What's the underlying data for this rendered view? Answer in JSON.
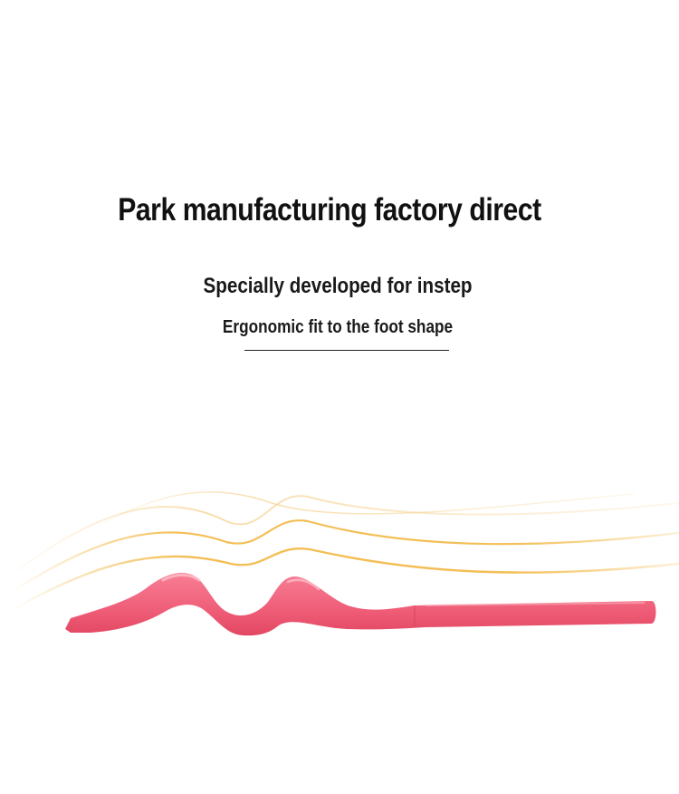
{
  "header": {
    "headline": "Park manufacturing factory direct"
  },
  "feature": {
    "title": "Specially developed for instep",
    "subtitle": "Ergonomic fit to the foot shape"
  },
  "product": {
    "name": "pink-insole",
    "body_color": "#f0607a",
    "highlight_color": "#ffc0cb",
    "wave_color": "#f2b742"
  }
}
